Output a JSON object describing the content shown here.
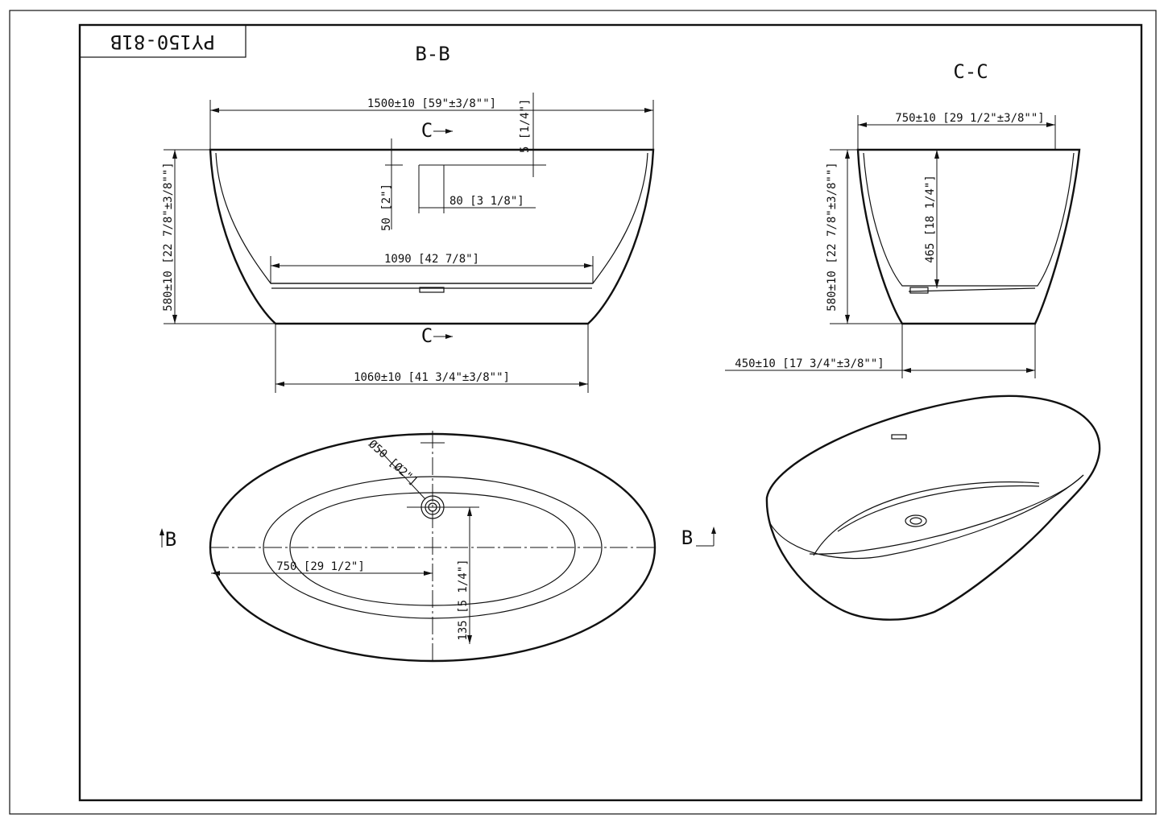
{
  "title_block": {
    "model_code": "PY150-81B"
  },
  "section_bb": {
    "label": "B-B",
    "overall_length": "1500±10 [59\"±3/8\"\"]",
    "rim_dim": "5 [1/4\"]",
    "overflow_height": "50 [2\"]",
    "overflow_width": "80 [3 1/8\"]",
    "inner_floor_length": "1090 [42 7/8\"]",
    "height": "580±10 [22 7/8\"±3/8\"\"]",
    "base_length": "1060±10 [41 3/4\"±3/8\"\"]",
    "marker_top": "C",
    "marker_bottom": "C"
  },
  "section_cc": {
    "label": "C-C",
    "overall_width": "750±10 [29 1/2\"±3/8\"\"]",
    "inner_depth": "465 [18 1/4\"]",
    "height": "580±10 [22 7/8\"±3/8\"\"]",
    "base_width": "450±10 [17 3/4\"±3/8\"\"]"
  },
  "plan_view": {
    "drain_diameter": "Ø50 [Ø2\"]",
    "half_length": "750 [29 1/2\"]",
    "drain_offset": "135 [5 1/4\"]",
    "marker_left": "B",
    "marker_right": "B"
  },
  "perspective_view": {
    "icon": "bathtub-3d-icon"
  }
}
